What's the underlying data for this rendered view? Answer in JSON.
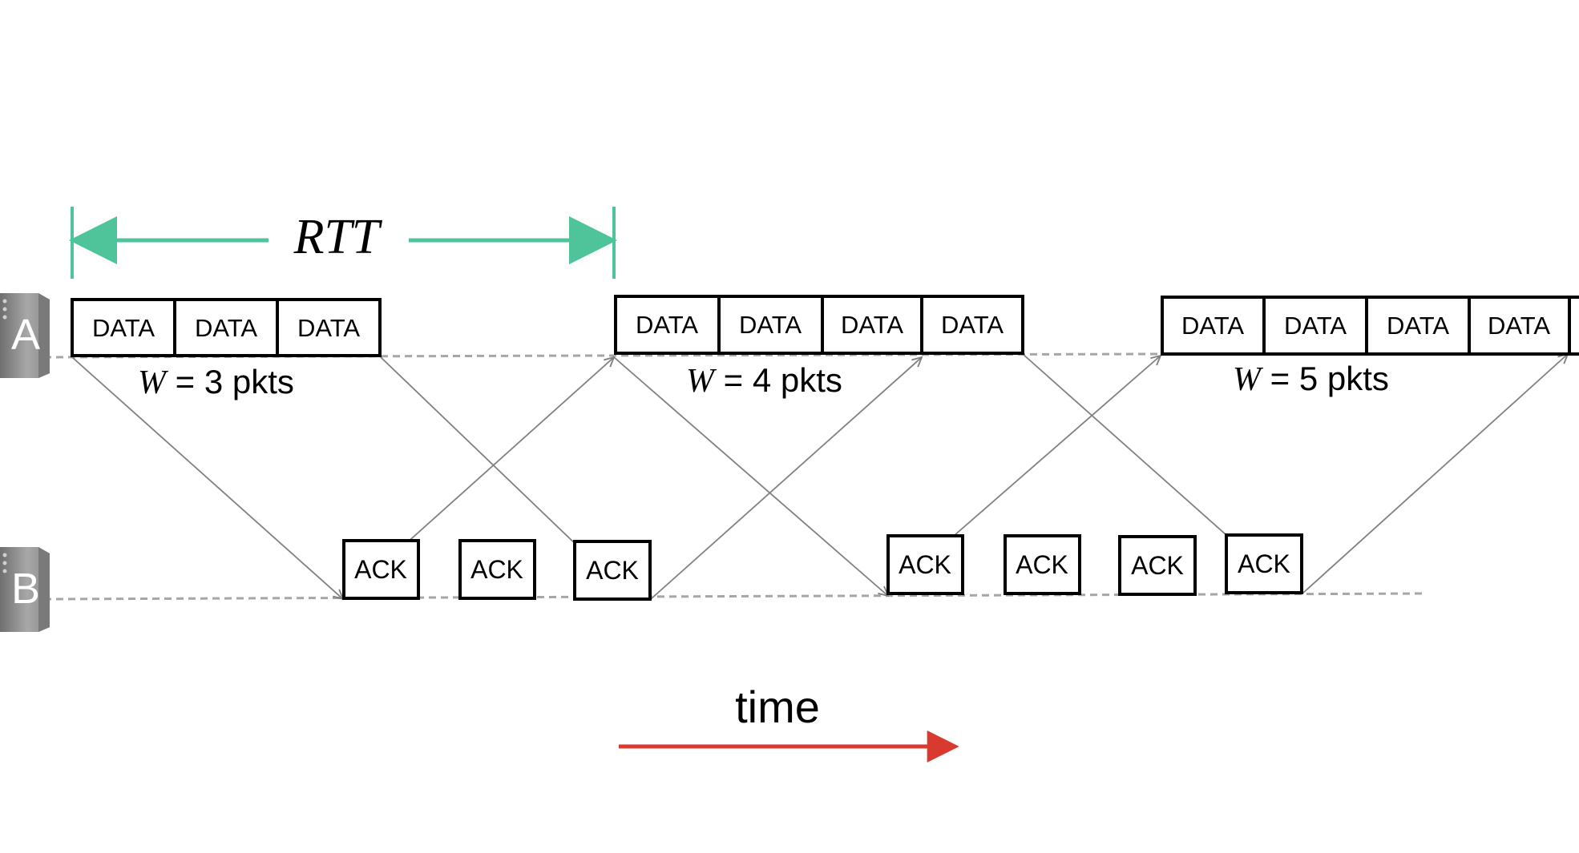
{
  "hosts": {
    "sender": "A",
    "receiver": "B"
  },
  "rtt_label": "RTT",
  "time_label": "time",
  "packet_label": "DATA",
  "ack_label": "ACK",
  "windows": [
    {
      "var": "W",
      "text": " = 3 pkts",
      "packets": 3
    },
    {
      "var": "W",
      "text": " = 4 pkts",
      "packets": 4
    },
    {
      "var": "W",
      "text": " = 5 pkts",
      "packets": 5
    }
  ],
  "colors": {
    "rtt_arrow": "#4fc49a",
    "time_arrow": "#d93a2f",
    "packet_line": "#808080",
    "timeline": "#a6a6a6",
    "box_border": "#000000",
    "host_icon": "#8c8c8c"
  },
  "icons": {
    "host": "server-icon"
  }
}
